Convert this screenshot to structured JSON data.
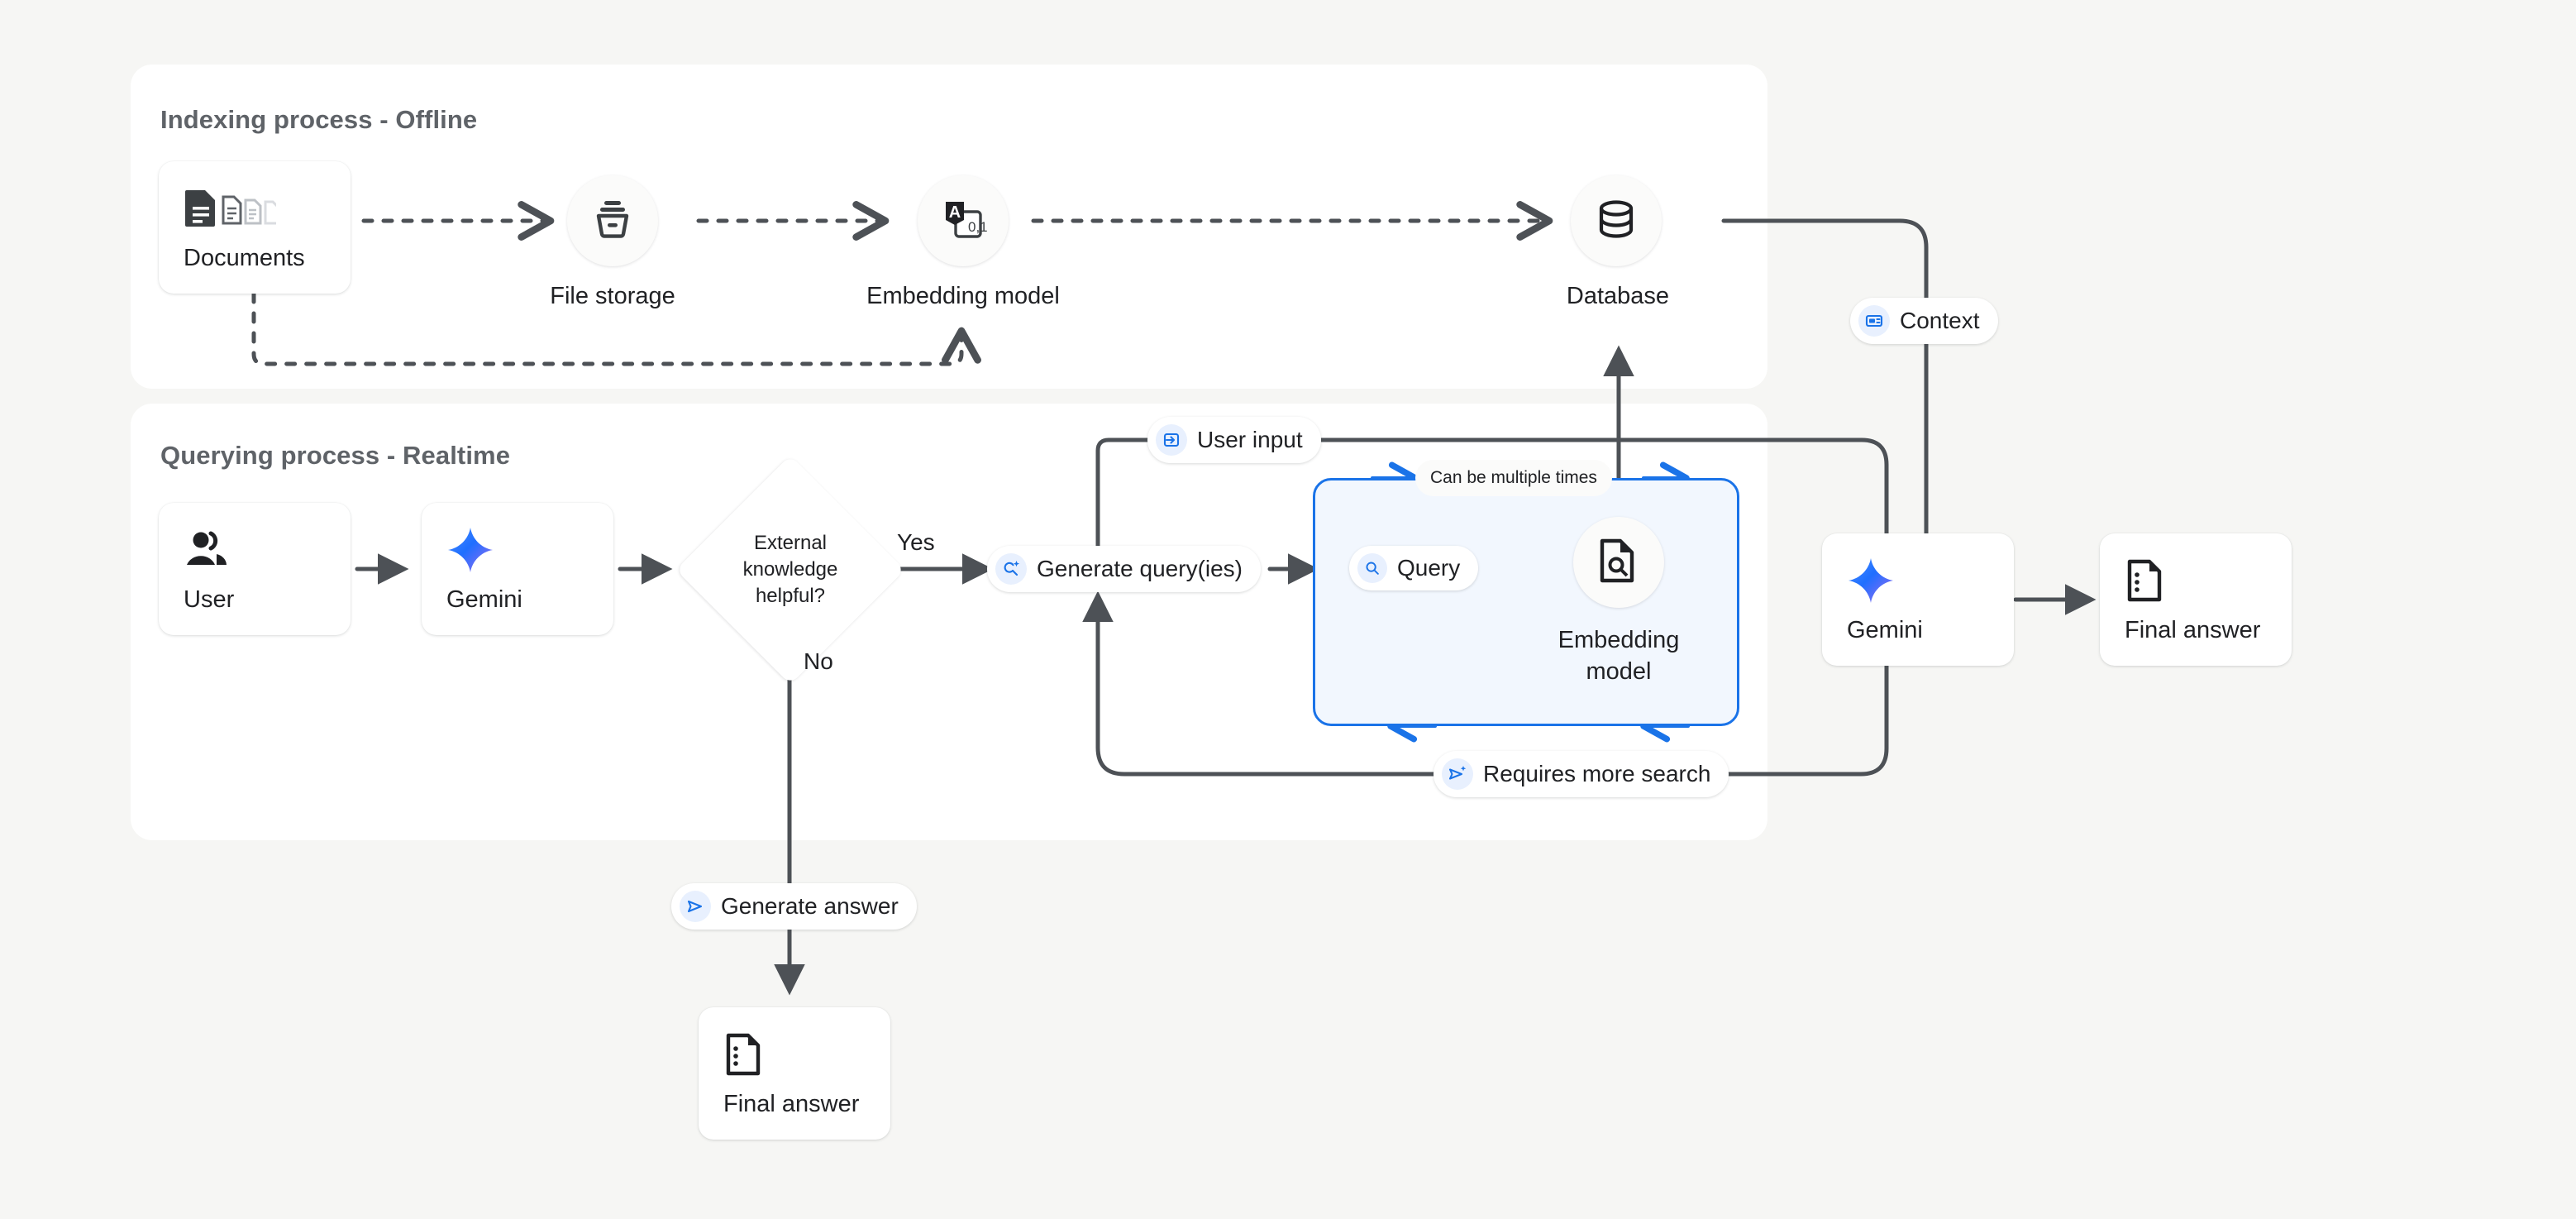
{
  "background_color": "#f6f6f4",
  "accent_color": "#1a73e8",
  "line_color": "#4d5156",
  "panels": [
    {
      "title": "Indexing process - Offline"
    },
    {
      "title": "Querying process - Realtime"
    }
  ],
  "indexing": {
    "title": "Indexing process - Offline",
    "documents": {
      "label": "Documents",
      "icon": "documents-icon"
    },
    "file_storage": {
      "label": "File storage",
      "icon": "file-storage-icon"
    },
    "embedding_model": {
      "label": "Embedding model",
      "icon": "embedding-model-icon"
    },
    "database": {
      "label": "Database",
      "icon": "database-icon"
    }
  },
  "querying": {
    "title": "Querying process - Realtime",
    "user": {
      "label": "User",
      "icon": "user-group-icon"
    },
    "gemini_left": {
      "label": "Gemini",
      "icon": "gemini-spark-icon"
    },
    "decision": {
      "label": "External knowledge helpful?",
      "yes": "Yes",
      "no": "No"
    },
    "generate_queries": {
      "label": "Generate query(ies)",
      "icon": "search-sparkle-icon"
    },
    "loop_note": "Can be multiple times",
    "query": {
      "label": "Query",
      "icon": "search-icon"
    },
    "embedding_model": {
      "label": "Embedding\nmodel",
      "icon": "document-search-icon"
    },
    "user_input": {
      "label": "User input",
      "icon": "input-arrow-icon"
    },
    "requires_more_search": {
      "label": "Requires more search",
      "icon": "send-sparkle-icon"
    },
    "generate_answer": {
      "label": "Generate answer",
      "icon": "send-icon"
    },
    "context": {
      "label": "Context",
      "icon": "context-card-icon"
    },
    "gemini_right": {
      "label": "Gemini",
      "icon": "gemini-spark-icon"
    },
    "final_answer_right": {
      "label": "Final answer",
      "icon": "final-answer-icon"
    },
    "final_answer_bottom": {
      "label": "Final answer",
      "icon": "final-answer-icon"
    }
  }
}
